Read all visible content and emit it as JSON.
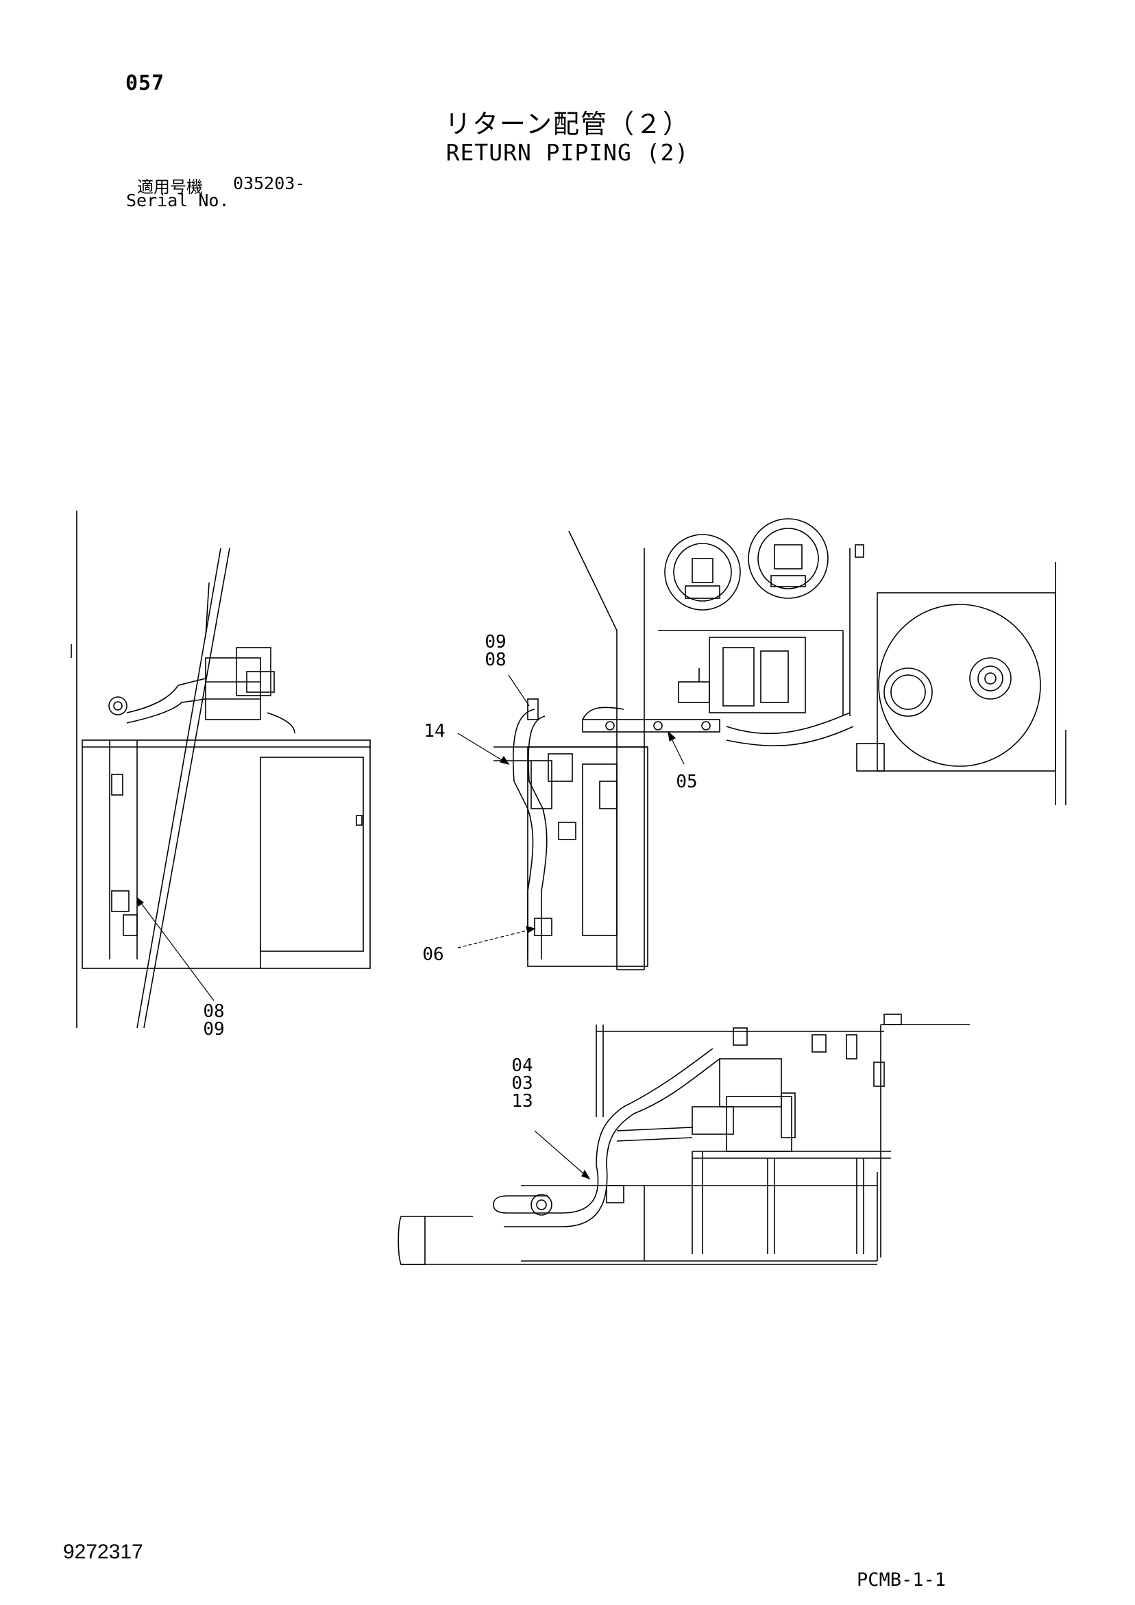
{
  "header": {
    "page_number": "057",
    "title_jp": "リターン配管（２）",
    "title_en": "RETURN PIPING (2)",
    "serial_label_jp": "適用号機",
    "serial_value": "035203-",
    "serial_label_en": "Serial No."
  },
  "callouts": {
    "c_09_08_top": [
      "09",
      "08"
    ],
    "c_14": [
      "14"
    ],
    "c_05": [
      "05"
    ],
    "c_06": [
      "06"
    ],
    "c_08_09_left": [
      "08",
      "09"
    ],
    "c_04_03_13": [
      "04",
      "03",
      "13"
    ]
  },
  "footer": {
    "document_number": "9272317",
    "sheet_code": "PCMB-1-1"
  }
}
